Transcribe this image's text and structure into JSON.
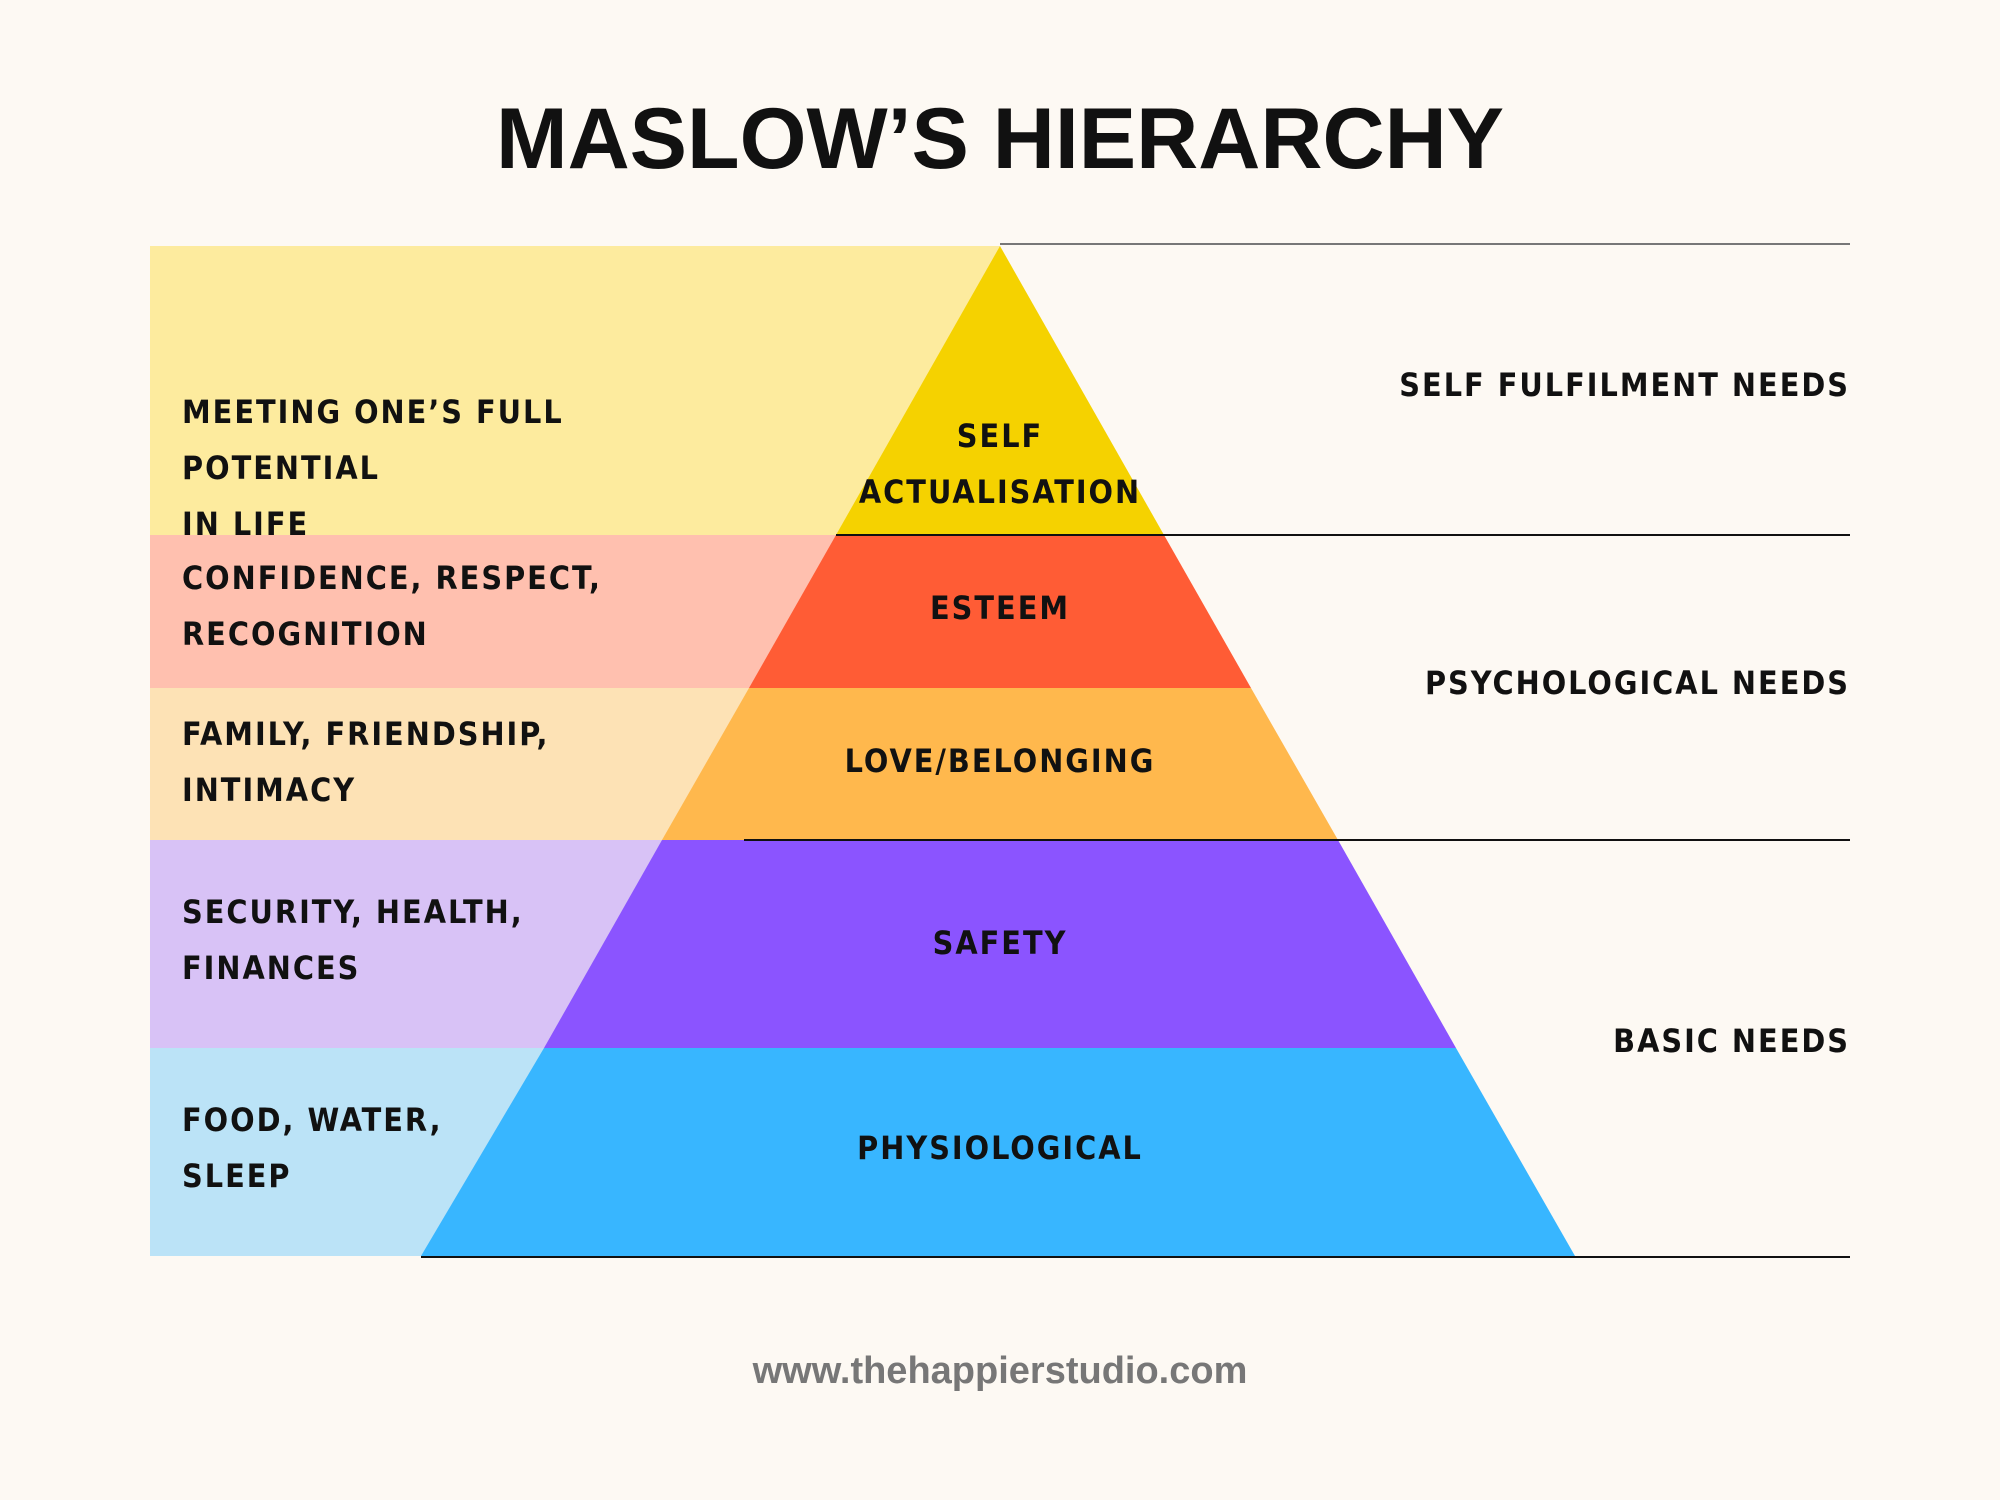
{
  "title": "MASLOW’S HIERARCHY",
  "footer": "www.thehappierstudio.com",
  "levels": [
    {
      "name": "SELF\nACTUALISATION",
      "description": "MEETING ONE’S FULL POTENTIAL\nIN LIFE",
      "color": "#f5d200",
      "band_color": "#fdeb9e"
    },
    {
      "name": "ESTEEM",
      "description": "CONFIDENCE, RESPECT,\nRECOGNITION",
      "color": "#ff5c35",
      "band_color": "#ffc0af"
    },
    {
      "name": "LOVE/BELONGING",
      "description": "FAMILY, FRIENDSHIP,\nINTIMACY",
      "color": "#ffb84d",
      "band_color": "#fde2b5"
    },
    {
      "name": "SAFETY",
      "description": "SECURITY, HEALTH,\nFINANCES",
      "color": "#8b54ff",
      "band_color": "#d8c2f6"
    },
    {
      "name": "PHYSIOLOGICAL",
      "description": "FOOD, WATER,\nSLEEP",
      "color": "#38b6ff",
      "band_color": "#bbe3f7"
    }
  ],
  "categories": [
    {
      "label": "SELF FULFILMENT NEEDS"
    },
    {
      "label": "PSYCHOLOGICAL NEEDS"
    },
    {
      "label": "BASIC NEEDS"
    }
  ]
}
